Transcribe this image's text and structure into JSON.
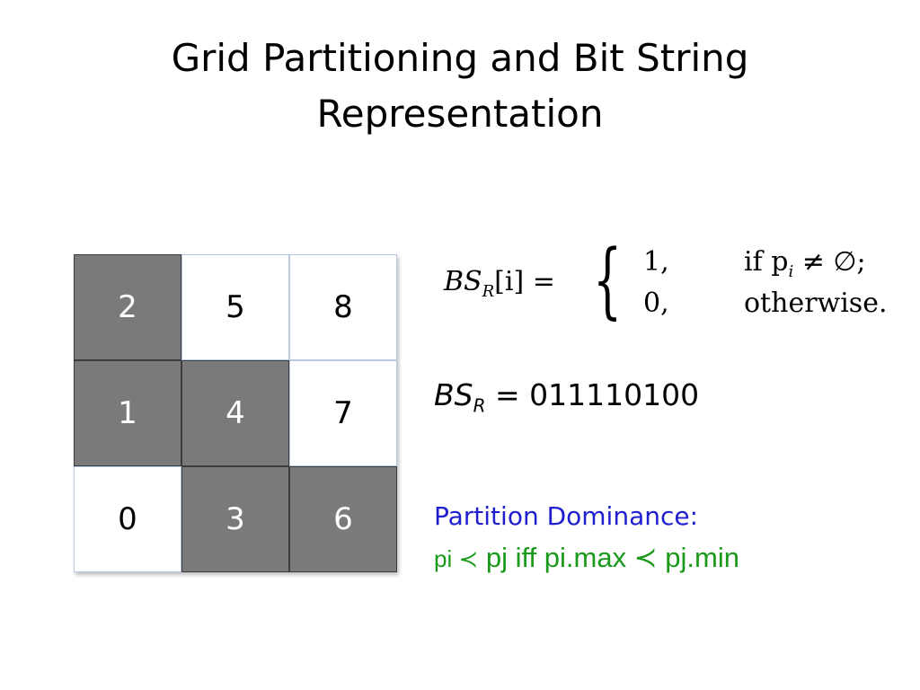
{
  "title": {
    "line1": "Grid Partitioning and Bit String",
    "line2": "Representation"
  },
  "grid": {
    "cells": [
      {
        "label": "2",
        "shade": "dark"
      },
      {
        "label": "5",
        "shade": "light"
      },
      {
        "label": "8",
        "shade": "light"
      },
      {
        "label": "1",
        "shade": "dark"
      },
      {
        "label": "4",
        "shade": "dark"
      },
      {
        "label": "7",
        "shade": "light"
      },
      {
        "label": "0",
        "shade": "light"
      },
      {
        "label": "3",
        "shade": "dark"
      },
      {
        "label": "6",
        "shade": "dark"
      }
    ],
    "colors": {
      "dark": "#7a7a7a",
      "light": "#ffffff"
    }
  },
  "formula": {
    "lhs_base": "BS",
    "lhs_sub": "R",
    "lhs_rest": "[i] =",
    "case1_value": "1,",
    "case1_condition": "if p",
    "case1_condition_sub": "i",
    "case1_condition_rest": " ≠ ∅;",
    "case2_value": "0,",
    "case2_condition": "otherwise."
  },
  "bit_string": {
    "label_base": "BS",
    "label_sub": "R",
    "equals": " = ",
    "value": "011110100"
  },
  "partition_dominance": {
    "heading": "Partition Dominance:",
    "rule_small": "pi ≺",
    "rule_big": " pj iff pi.max ≺ pj.min",
    "heading_color": "#1f1fd0",
    "rule_color": "#1a9a1a"
  }
}
